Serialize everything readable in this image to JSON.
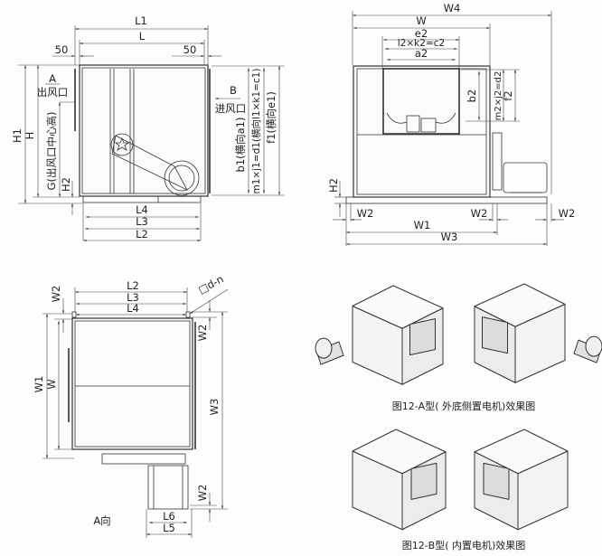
{
  "side_view": {
    "L1": "L1",
    "L": "L",
    "dim_50_left": "50",
    "dim_50_right": "50",
    "H1": "H1",
    "H": "H",
    "G": "G(出风口中心高)",
    "H2": "H2",
    "outlet_mark": "A",
    "outlet_label": "出风口",
    "inlet_mark": "B",
    "inlet_label": "进风口",
    "b1": "b1(横向a1)",
    "m1": "m1×j1=d1(横向l1×k1=c1)",
    "f1": "f1(横向e1)",
    "L4": "L4",
    "L3": "L3",
    "L2": "L2"
  },
  "front_view": {
    "W4": "W4",
    "W": "W",
    "e2": "e2",
    "c2": "l2×k2=c2",
    "a2": "a2",
    "b2": "b2",
    "d2": "m2×j2=d2",
    "f2": "f2",
    "H2": "H2",
    "W2_left": "W2",
    "W2_mid": "W2",
    "W2_right": "W2",
    "W1": "W1",
    "W3": "W3"
  },
  "plan_view": {
    "L2": "L2",
    "L3": "L3",
    "L4": "L4",
    "hole": "□d-n",
    "W2_top": "W2",
    "W1": "W1",
    "W": "W",
    "W2_right_top": "W2",
    "W3": "W3",
    "W2_right_bottom": "W2",
    "L6": "L6",
    "L5": "L5",
    "view_label": "A向"
  },
  "captions": {
    "type_a": "图12-A型( 外底侧置电机)效果图",
    "type_b": "图12-B型( 内置电机)效果图"
  }
}
